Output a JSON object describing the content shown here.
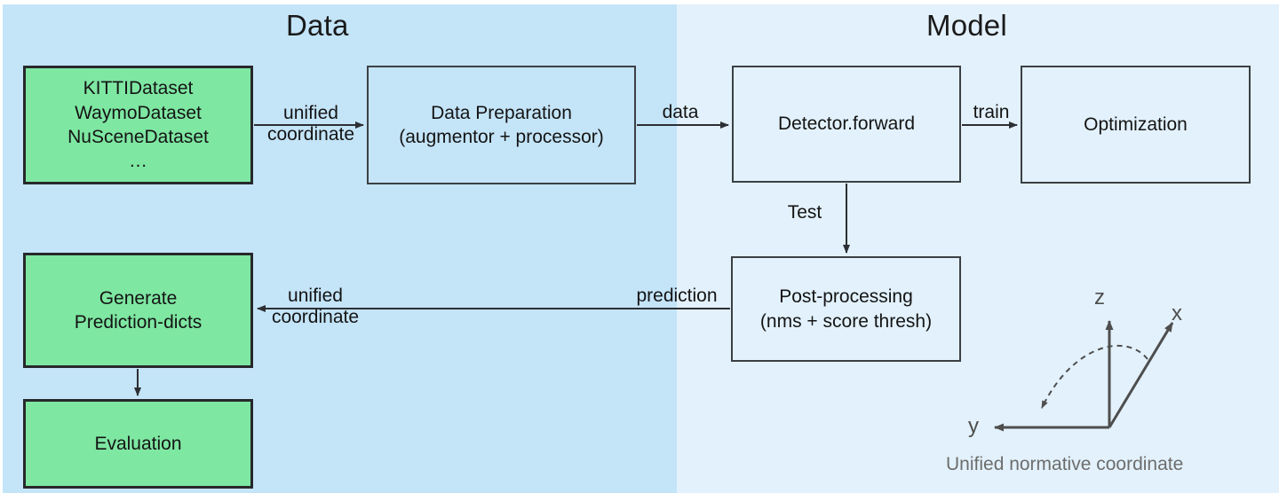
{
  "diagram": {
    "title_data": "Data",
    "title_model": "Model",
    "colors": {
      "data_panel_bg": "#c4e4f8",
      "model_panel_bg": "#e2f1fb",
      "green_node_fill": "#7ee7a2",
      "node_border": "#27282c",
      "plain_node_border": "#3b4045",
      "text": "#141414",
      "caption_gray": "#6d6d6d",
      "axis_gray": "#4e4e4e"
    },
    "nodes": {
      "datasets": "KITTIDataset\nWaymoDataset\nNuSceneDataset\n…",
      "data_preparation": "Data Preparation\n(augmentor + processor)",
      "detector_forward": "Detector.forward",
      "optimization": "Optimization",
      "post_processing": "Post-processing\n(nms + score thresh)",
      "generate_prediction_dicts": "Generate\nPrediction-dicts",
      "evaluation": "Evaluation"
    },
    "edge_labels": {
      "unified_coordinate_top": "unified\ncoordinate",
      "data": "data",
      "train": "train",
      "test": "Test",
      "prediction": "prediction",
      "unified_coordinate_bottom": "unified\ncoordinate"
    },
    "coordinate_frame": {
      "axis_z": "z",
      "axis_x": "x",
      "axis_y": "y",
      "caption": "Unified normative coordinate"
    }
  }
}
